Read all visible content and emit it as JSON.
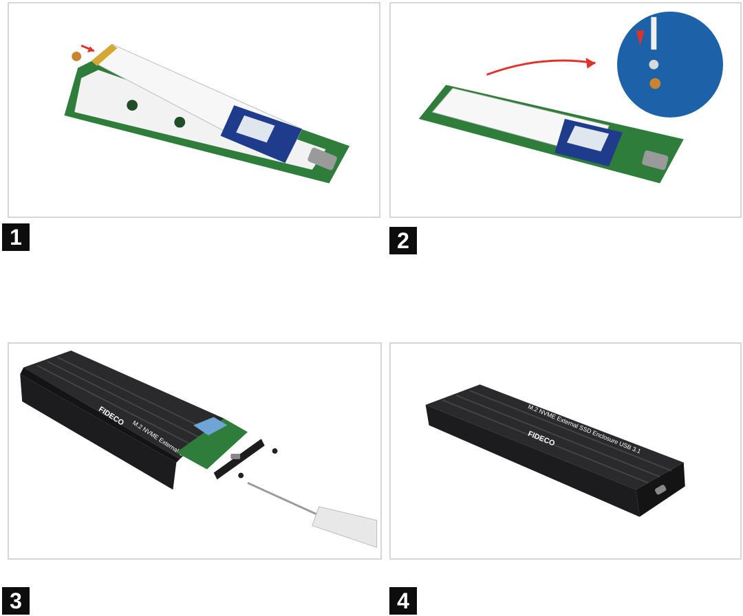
{
  "steps": [
    {
      "number": "1"
    },
    {
      "number": "2"
    },
    {
      "number": "3"
    },
    {
      "number": "4"
    }
  ],
  "enclosure": {
    "brand": "FIDECO",
    "label": "M.2 NVME External SSD Enclosure   USB 3.1"
  },
  "colors": {
    "pcb_green": "#2f7d3a",
    "enclosure_black": "#1c1c1e",
    "ssd_blue": "#1f3b8c",
    "callout_blue": "#1d62a8",
    "arrow_red": "#e0322a",
    "step_badge": "#0d0d0d"
  }
}
